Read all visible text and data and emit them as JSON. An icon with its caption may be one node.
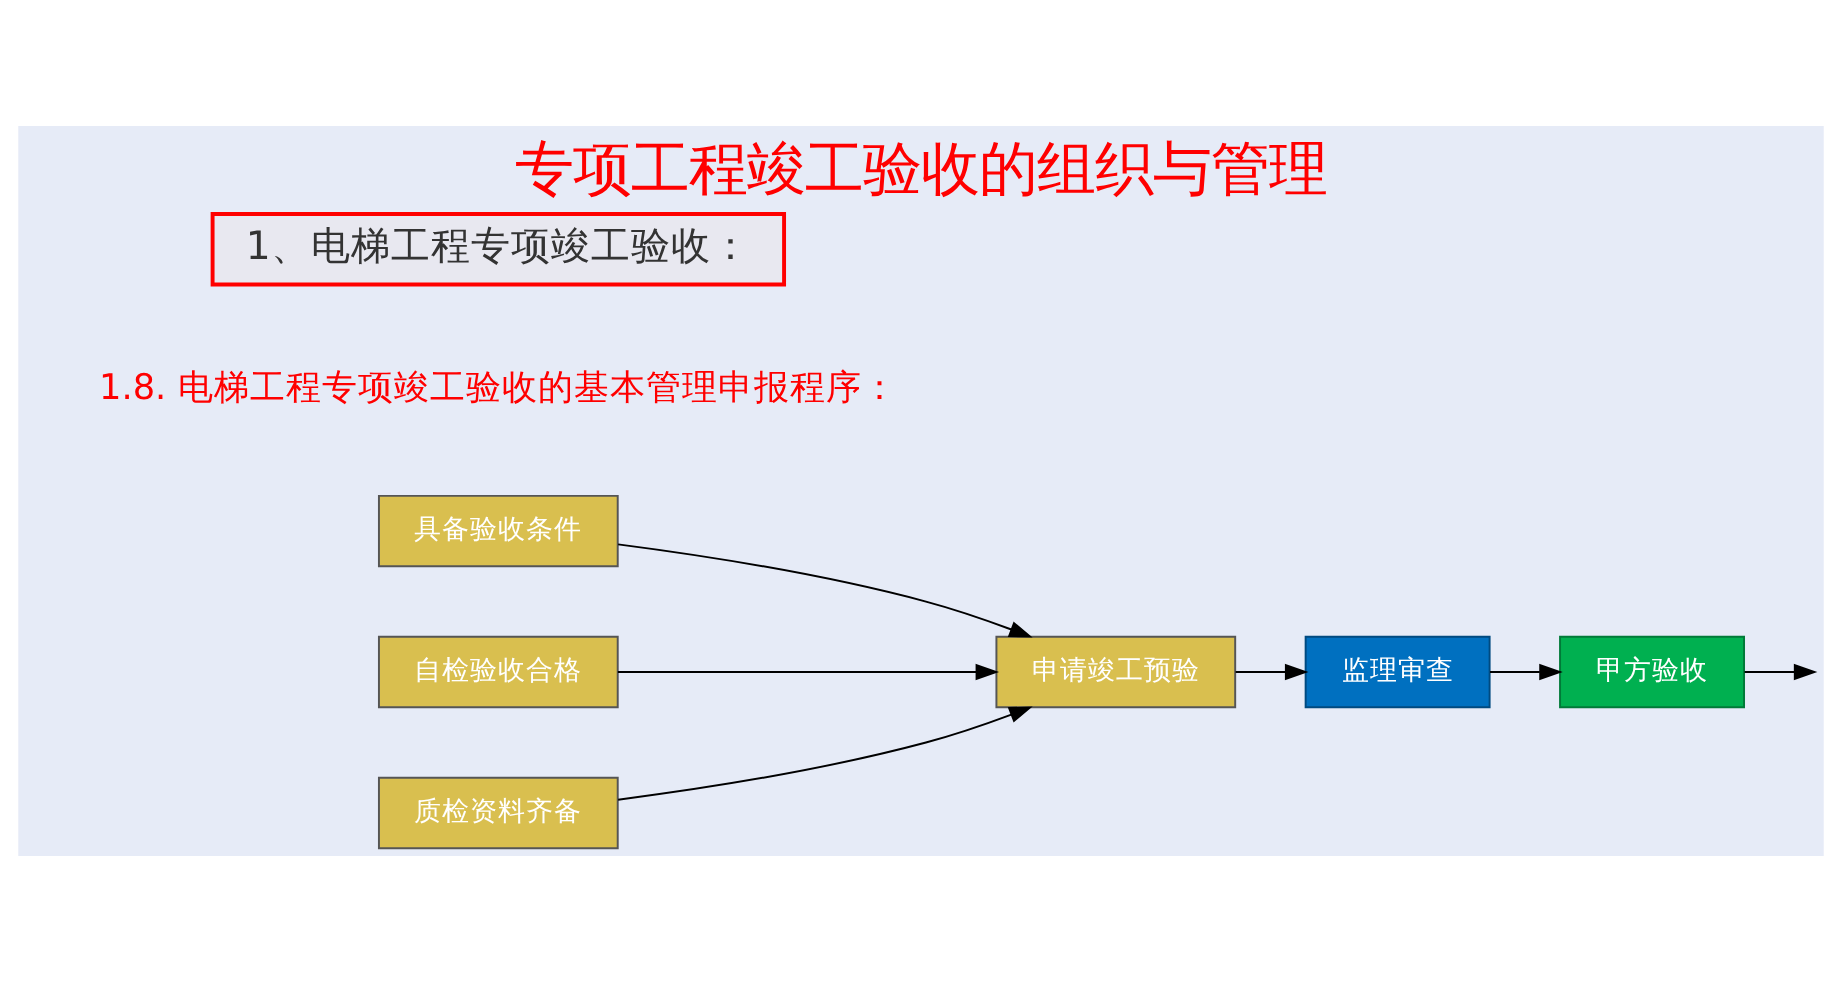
{
  "diagram": {
    "title": "专项工程竣工验收的组织与管理",
    "nodes": [
      {
        "text": [
          "1、电梯工程专项竣工验收："
        ]
      },
      {
        "text": [
          "具备验收条件"
        ]
      },
      {
        "text": [
          "自检验收合格"
        ]
      },
      {
        "text": [
          "质检资料齐备"
        ]
      },
      {
        "text": [
          "申请竣工预验"
        ]
      },
      {
        "text": [
          "监理审查"
        ]
      },
      {
        "text": [
          "甲方验收"
        ]
      }
    ],
    "edges": [
      {
        "from": 1,
        "to": 4,
        "arrow": "to"
      },
      {
        "from": 2,
        "to": 4,
        "arrow": "to"
      },
      {
        "from": 3,
        "to": 4,
        "arrow": "to"
      },
      {
        "from": 4,
        "to": 5,
        "arrow": "to"
      },
      {
        "from": 5,
        "to": 6,
        "arrow": "to"
      },
      {
        "from": 6,
        "to": null,
        "arrow": "to"
      }
    ],
    "labels": [
      "1.8. 电梯工程专项竣工验收的基本管理申报程序："
    ]
  }
}
